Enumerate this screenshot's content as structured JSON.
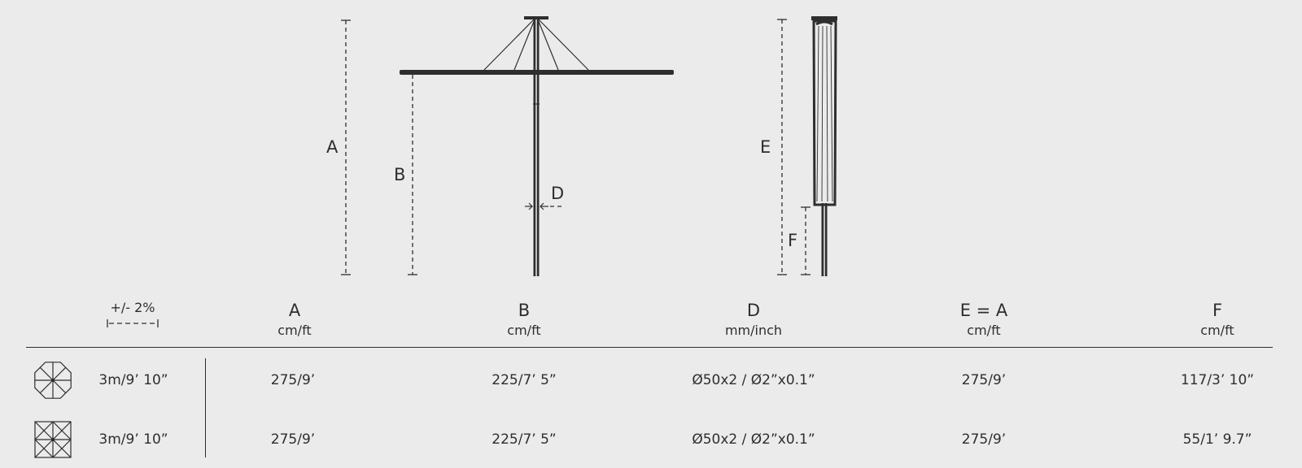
{
  "diagram": {
    "labels": {
      "a": "A",
      "b": "B",
      "d": "D",
      "e": "E",
      "f": "F"
    }
  },
  "table": {
    "tolerance": "+/- 2%",
    "columns": [
      {
        "letter": "A",
        "unit": "cm/ft"
      },
      {
        "letter": "B",
        "unit": "cm/ft"
      },
      {
        "letter": "D",
        "unit": "mm/inch"
      },
      {
        "letter": "E = A",
        "unit": "cm/ft"
      },
      {
        "letter": "F",
        "unit": "cm/ft"
      }
    ],
    "rows": [
      {
        "icon": "octagon-umbrella-icon",
        "size": "3m/9’ 10”",
        "values": [
          "275/9’",
          "225/7’ 5”",
          "Ø50x2 / Ø2”x0.1”",
          "275/9’",
          "117/3’ 10”"
        ]
      },
      {
        "icon": "square-umbrella-icon",
        "size": "3m/9’ 10”",
        "values": [
          "275/9’",
          "225/7’ 5”",
          "Ø50x2 / Ø2”x0.1”",
          "275/9’",
          "55/1’ 9.7”"
        ]
      }
    ]
  },
  "colors": {
    "line": "#2e2e2e",
    "background": "#ebebeb"
  }
}
